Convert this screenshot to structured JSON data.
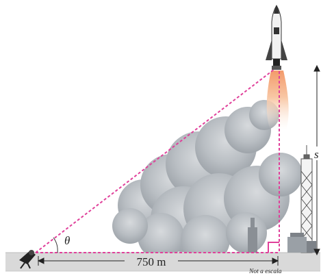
{
  "diagram": {
    "angle_label": "θ",
    "distance_label": "750 m",
    "height_label": "s",
    "scale_note": "Not a escala"
  },
  "colors": {
    "sight_line": "#e0409a",
    "ground": "#d9d9d9",
    "ground_edge": "#bdbdbd",
    "smoke": "#b7bcc2",
    "flame": "#f6b48a"
  }
}
